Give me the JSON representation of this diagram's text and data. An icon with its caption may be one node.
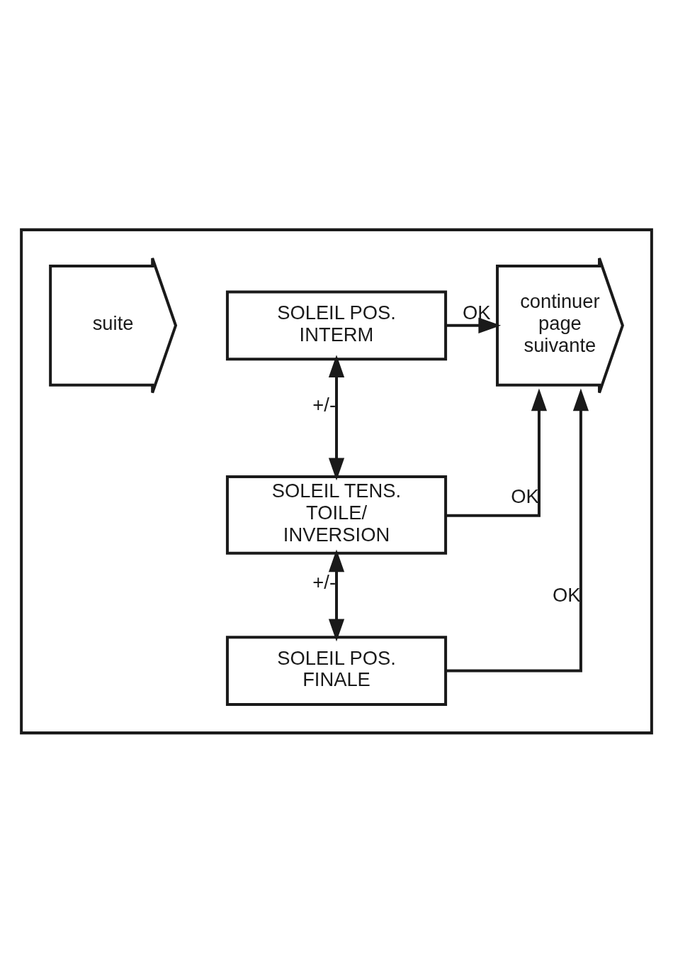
{
  "diagram": {
    "nodes": [
      {
        "text": [],
        "shape": "box"
      },
      {
        "text": [
          "suite"
        ],
        "in": 0
      },
      {
        "text": [
          "SOLEIL POS. INTERM"
        ],
        "in": 0
      },
      {
        "text": [
          "SOLEIL TENS. TOILE/ INVERSION"
        ],
        "in": 0
      },
      {
        "text": [
          "SOLEIL POS. FINALE"
        ],
        "in": 0
      },
      {
        "text": [
          "continuer page suivante"
        ],
        "in": 0
      }
    ],
    "edges": [
      {
        "from": 2,
        "to": 5,
        "arrow": "to",
        "label": "OK"
      },
      {
        "from": 2,
        "to": 3,
        "arrow": "both",
        "label": "+/-"
      },
      {
        "from": 3,
        "to": 5,
        "arrow": "to",
        "label": "OK"
      },
      {
        "from": 3,
        "to": 4,
        "arrow": "both",
        "label": "+/-"
      },
      {
        "from": 4,
        "to": 5,
        "arrow": "to",
        "label": "OK"
      }
    ]
  }
}
